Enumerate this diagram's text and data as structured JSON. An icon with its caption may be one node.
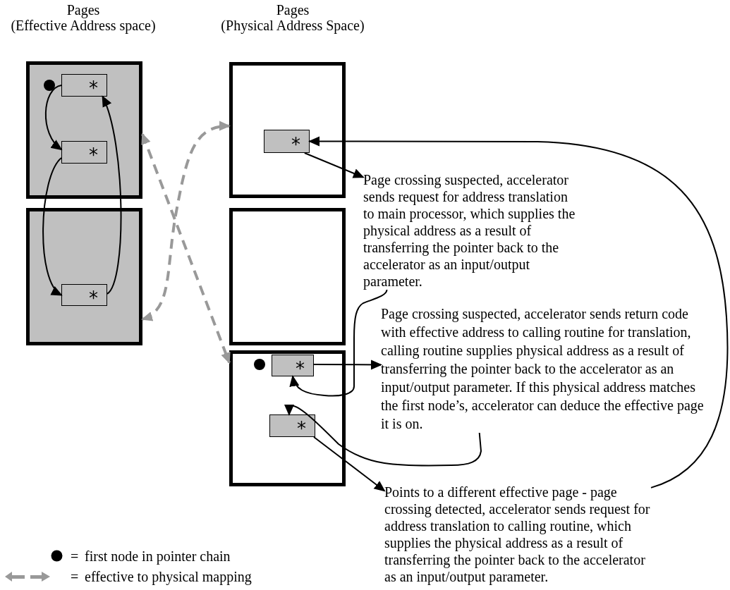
{
  "diagram": {
    "nodes": [
      {
        "text": [],
        "shape": "box"
      },
      {
        "text": [],
        "shape": "box"
      },
      {
        "text": [
          "*"
        ],
        "in": 0
      },
      {
        "text": [
          "*"
        ],
        "in": 0
      },
      {
        "text": [
          "*"
        ],
        "in": 1
      },
      {
        "text": [],
        "shape": "box"
      },
      {
        "text": [
          "*"
        ],
        "in": 5
      },
      {
        "text": [],
        "shape": "box"
      },
      {
        "text": [],
        "shape": "box"
      },
      {
        "text": [
          "*"
        ],
        "in": 8
      },
      {
        "text": [
          "*"
        ],
        "in": 8
      },
      {
        "text": [
          "Page crossing suspected, accelerator sends request for address translation to main processor, which supplies the physical address as a result of transferring the pointer back to the accelerator as an input/output parameter."
        ]
      },
      {
        "text": [
          "Page crossing suspected, accelerator sends return code with effective address to calling routine for translation, calling routine supplies physical address as a result of transferring the pointer back to the accelerator as an input/output parameter. If this physical address matches the first node’s, accelerator can deduce the effective page it is on."
        ]
      },
      {
        "text": [
          "Points to a different effective page - page crossing detected, accelerator sends request for address translation to calling routine, which supplies the physical address as a result of transferring the pointer back to the accelerator as an input/output parameter."
        ]
      }
    ],
    "edges": [
      {
        "from": 2,
        "to": 3,
        "arrow": "to"
      },
      {
        "from": 3,
        "to": 4,
        "arrow": "to"
      },
      {
        "from": 4,
        "to": 2,
        "arrow": "to"
      },
      {
        "from": 0,
        "to": 8,
        "arrow": "both",
        "style": "dashed",
        "color": "#999999"
      },
      {
        "from": 1,
        "to": 5,
        "arrow": "both",
        "style": "dashed",
        "color": "#999999"
      },
      {
        "from": 6,
        "to": 11,
        "arrow": "to"
      },
      {
        "from": 13,
        "to": 6,
        "arrow": "to"
      },
      {
        "from": 11,
        "to": 9,
        "arrow": "to"
      },
      {
        "from": 9,
        "to": 12,
        "arrow": "to"
      },
      {
        "from": 12,
        "to": 10,
        "arrow": "to"
      },
      {
        "from": 10,
        "to": 13,
        "arrow": "to"
      }
    ],
    "labels": [
      "Pages",
      "(Effective Address space)",
      "Pages",
      "(Physical Address Space)",
      "=",
      "="
    ],
    "legend": [
      {
        "text": "first node in pointer chain"
      },
      {
        "text": "effective to physical mapping"
      }
    ]
  }
}
